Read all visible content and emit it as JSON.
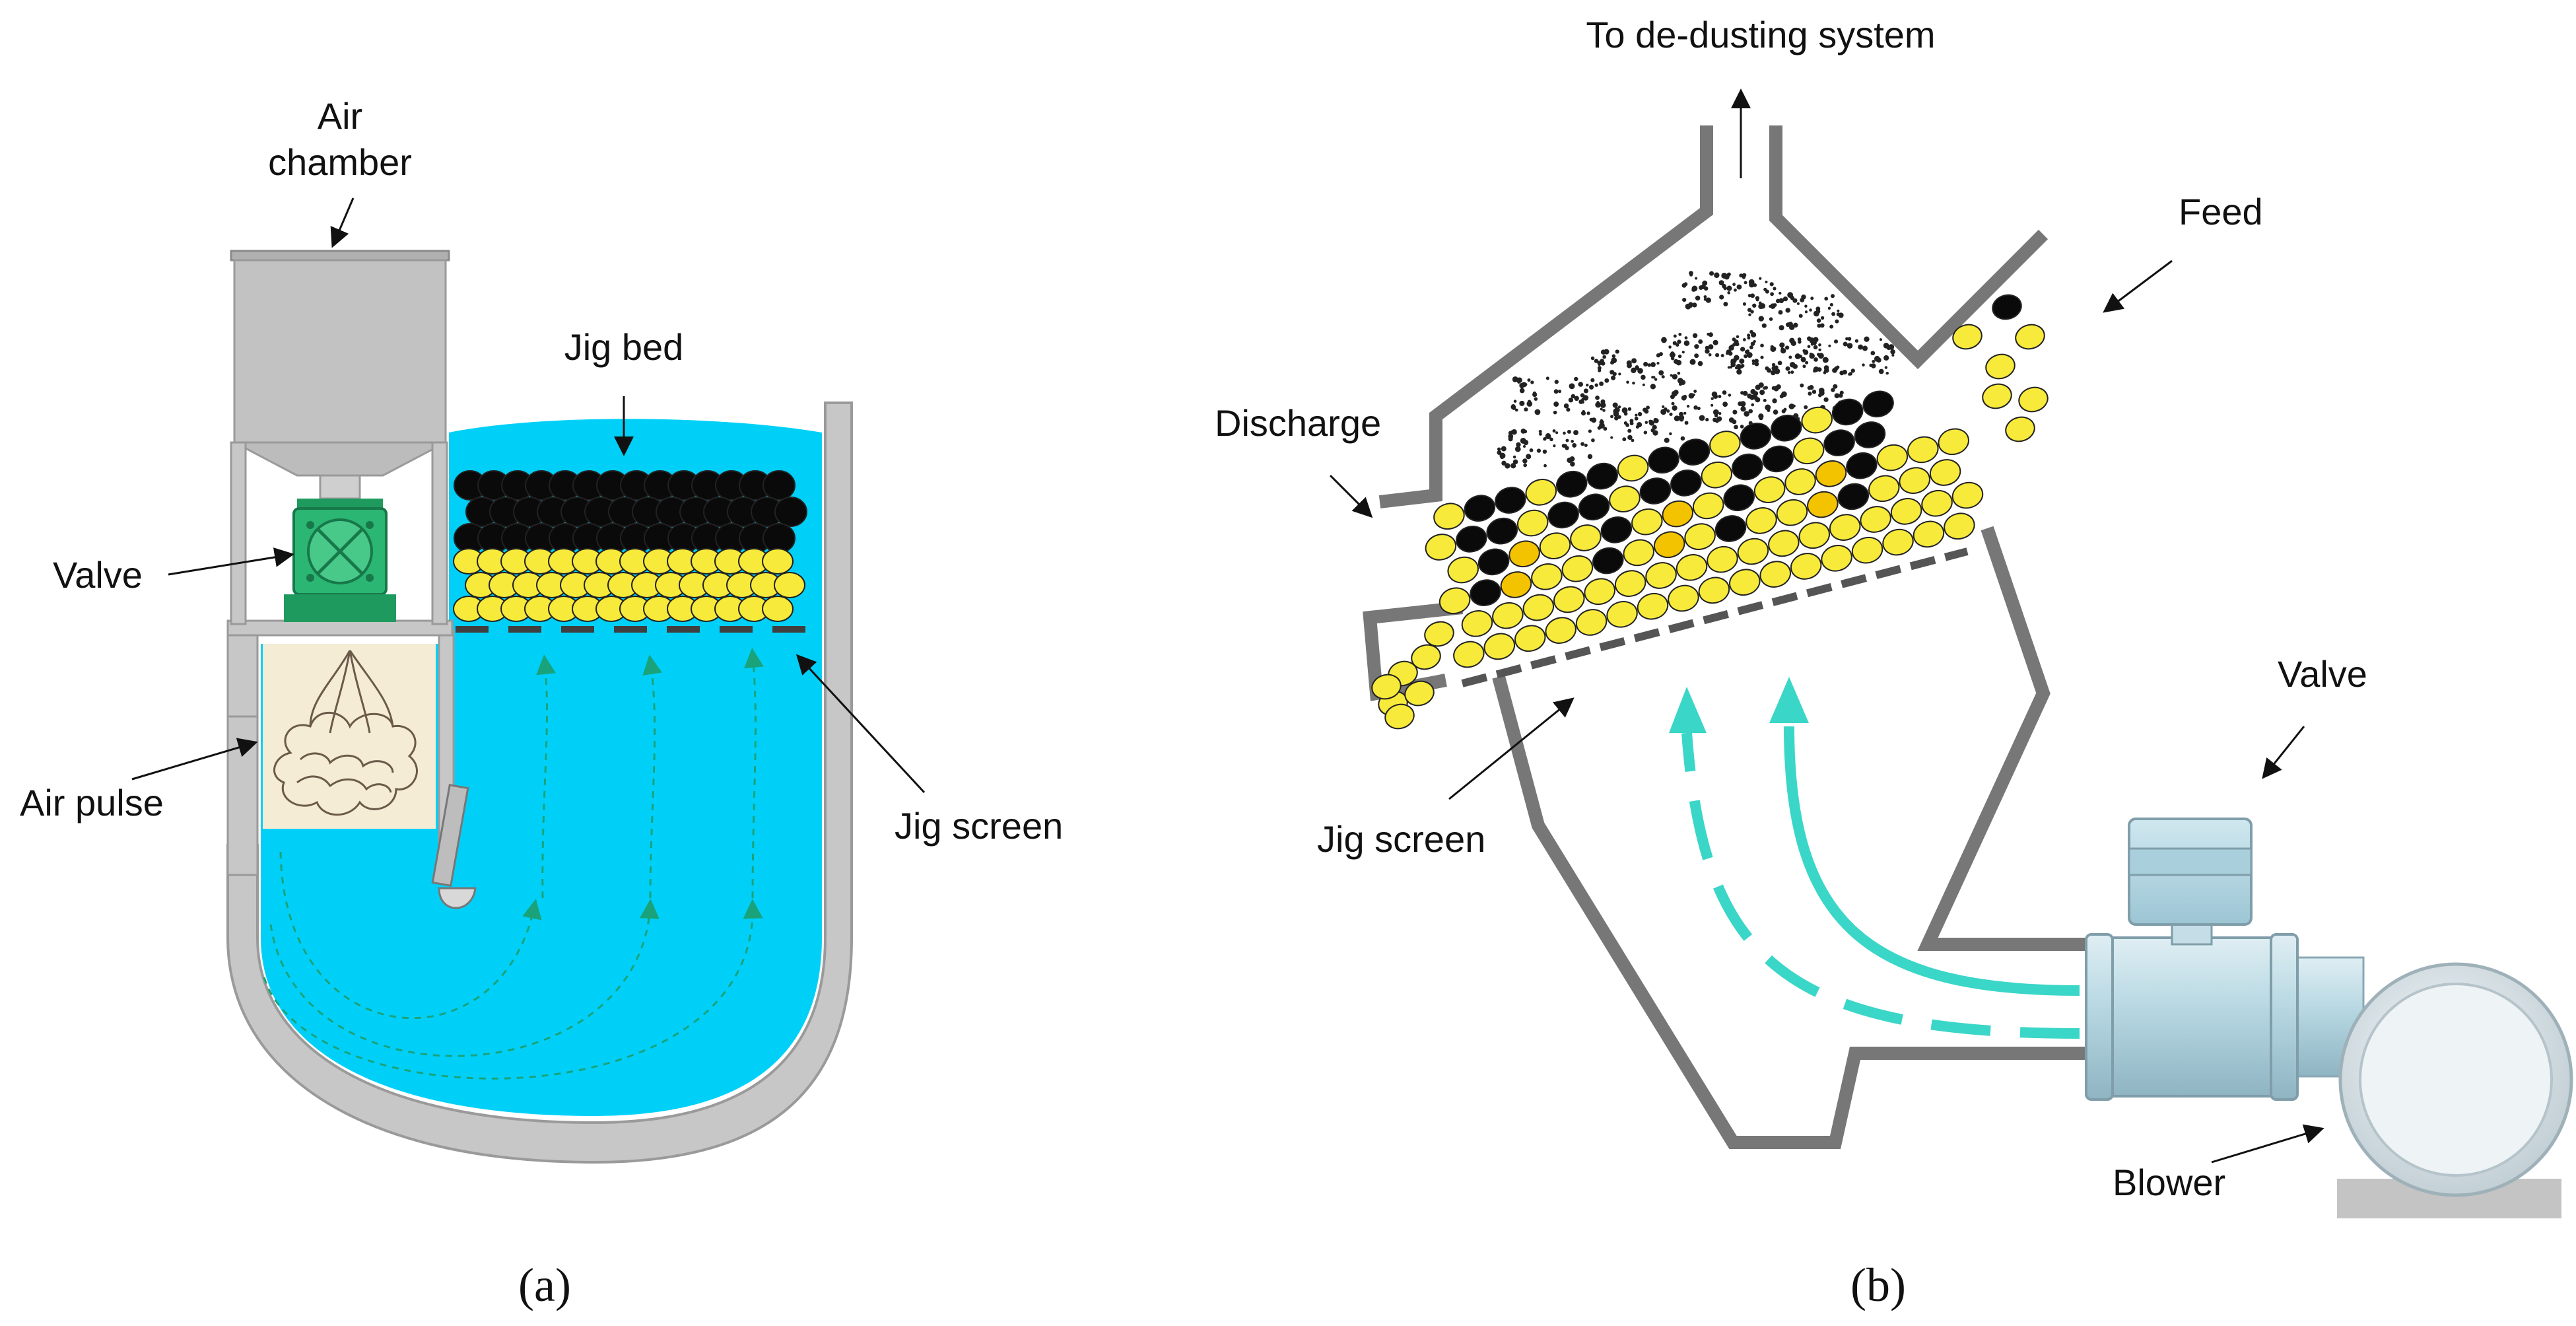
{
  "panel_a": {
    "labels": {
      "air_chamber_line1": "Air",
      "air_chamber_line2": "chamber",
      "jig_bed": "Jig bed",
      "valve": "Valve",
      "air_pulse": "Air pulse",
      "jig_screen": "Jig screen"
    },
    "caption": "(a)"
  },
  "panel_b": {
    "labels": {
      "dedusting": "To de-dusting system",
      "feed": "Feed",
      "discharge": "Discharge",
      "valve": "Valve",
      "jig_screen": "Jig screen",
      "blower": "Blower"
    },
    "caption": "(b)"
  },
  "colors": {
    "water": "#00d0f8",
    "gray": "#bdbdbd",
    "dark_gray": "#777777",
    "coal_black": "#0a0a0a",
    "particle_yellow": "#f7ea3a",
    "particle_gold": "#f3c300",
    "valve_green": "#2bb673",
    "air_pulse_fill": "#f4ecd4",
    "airflow_teal": "#3ad6c8"
  },
  "icons": {
    "valve_a": "butterfly-valve-icon",
    "valve_b": "pipe-valve-icon",
    "blower": "blower-icon"
  }
}
